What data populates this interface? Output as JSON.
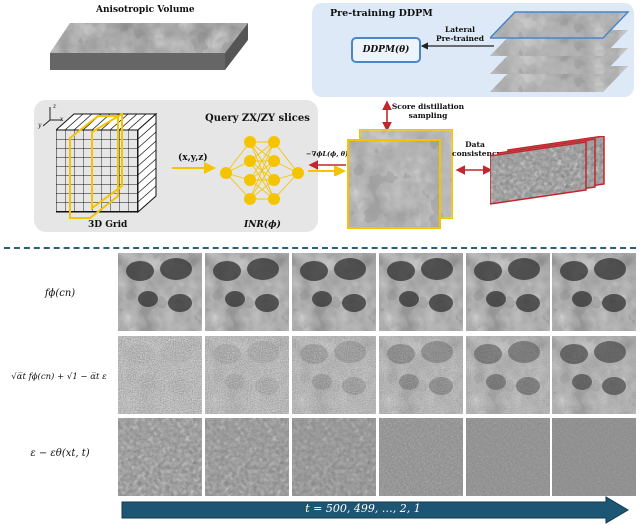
{
  "top": {
    "anisotropic_volume": "Anisotropic Volume",
    "pretraining_title": "Pre-training DDPM",
    "ddpm_label": "DDPM(θ)",
    "lateral_pretrained": "Lateral\nPre-trained",
    "score_distillation": "Score distillation\nsampling",
    "query_slices": "Query ZX/ZY slices",
    "xyz": "(x,y,z)",
    "grid_label": "3D Grid",
    "inr_label": "INR(ϕ)",
    "gradient_label": "−∇ϕL(ϕ, θ)",
    "data_consistency": "Data\nconsistency",
    "axis_x": "x",
    "axis_y": "y",
    "axis_z": "z"
  },
  "rows": {
    "row1": "fϕ(cn)",
    "row2": "√α̅t fϕ(cn) + √1 − α̅t ε",
    "row3": "ε − εθ(xt, t)"
  },
  "timeline": {
    "label": "t = 500, 499, …, 2, 1"
  },
  "colors": {
    "yellow": "#f5c400",
    "red": "#c0282d",
    "blue_box": "#4a86c8",
    "arrow_blue": "#1d5674"
  }
}
